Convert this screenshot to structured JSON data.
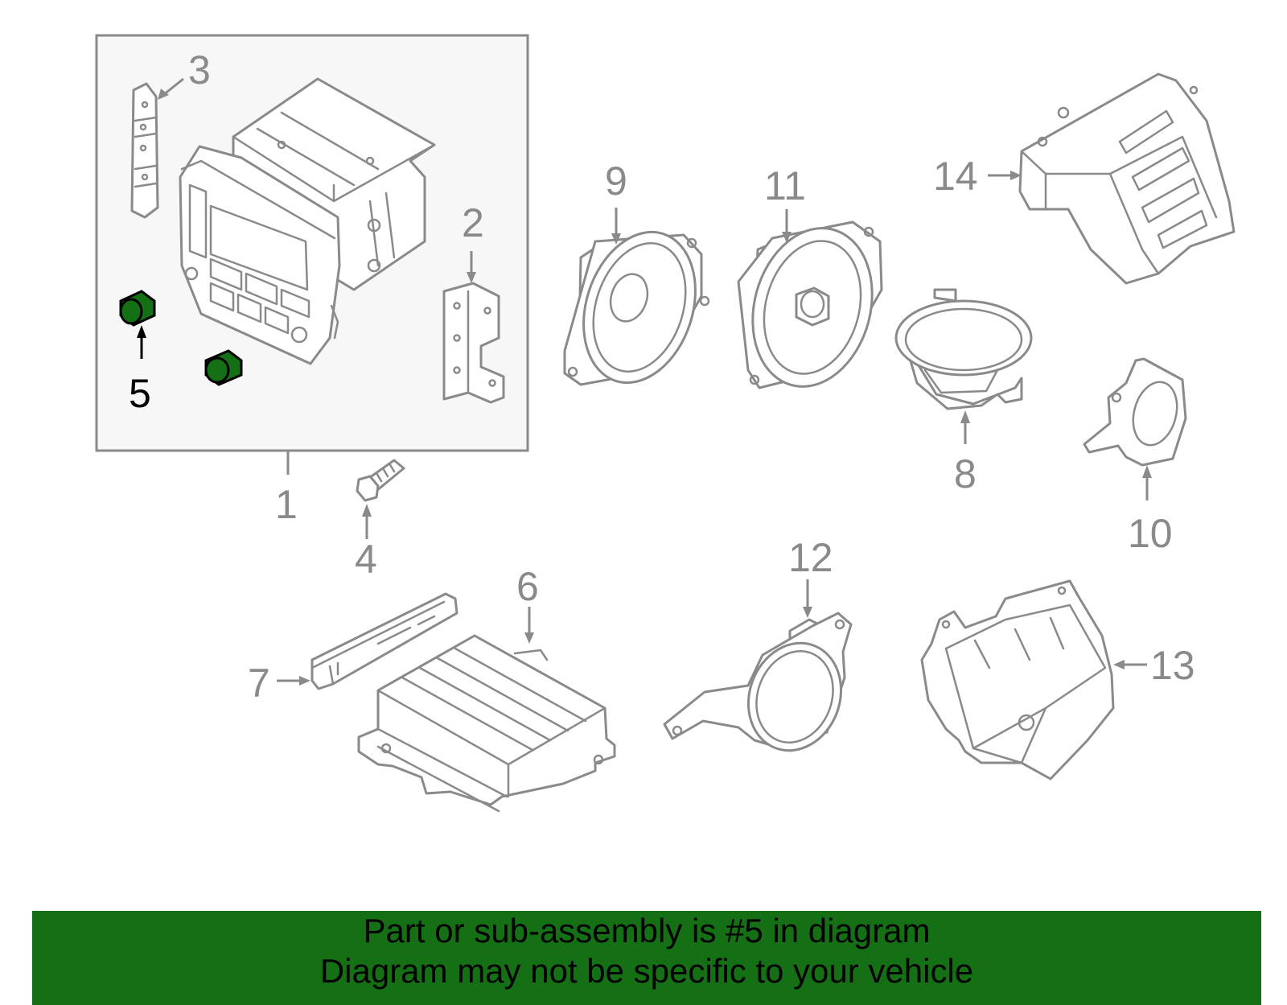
{
  "colors": {
    "banner_bg": "#157015",
    "highlight": "#157015",
    "line": "#8a8a8a",
    "panel_bg": "#f7f7f7"
  },
  "callouts": {
    "c1": "1",
    "c2": "2",
    "c3": "3",
    "c4": "4",
    "c5": "5",
    "c6": "6",
    "c7": "7",
    "c8": "8",
    "c9": "9",
    "c10": "10",
    "c11": "11",
    "c12": "12",
    "c13": "13",
    "c14": "14"
  },
  "banner": {
    "line1": "Part or sub-assembly is #5 in diagram",
    "line2": "Diagram may not be specific to your vehicle"
  }
}
